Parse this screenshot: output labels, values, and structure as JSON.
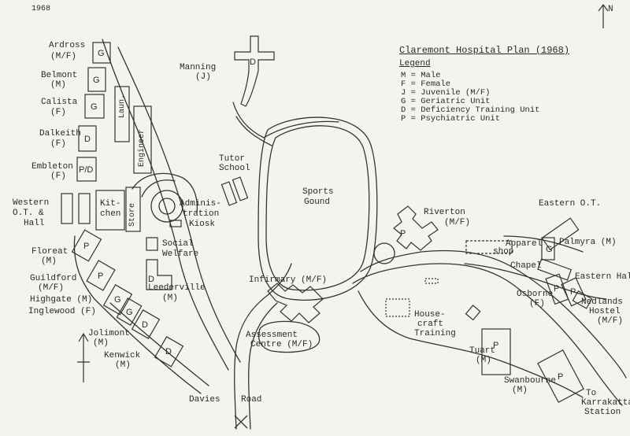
{
  "corner_note": "1968",
  "north_arrow_label": "N",
  "title": "Claremont Hospital Plan (1968)",
  "legend": {
    "heading": "Legend",
    "items": [
      {
        "code": "M",
        "meaning": "Male"
      },
      {
        "code": "F",
        "meaning": "Female"
      },
      {
        "code": "J",
        "meaning": "Juvenile (M/F)"
      },
      {
        "code": "G",
        "meaning": "Geriatric Unit"
      },
      {
        "code": "D",
        "meaning": "Deficiency Training Unit"
      },
      {
        "code": "P",
        "meaning": "Psychiatric Unit"
      }
    ]
  },
  "labels": {
    "ardross": "Ardross",
    "ardross_type": "(M/F)",
    "belmont": "Belmont",
    "belmont_type": "(M)",
    "calista": "Calista",
    "calista_type": "(F)",
    "dalkeith": "Dalkeith",
    "dalkeith_type": "(F)",
    "embleton": "Embleton",
    "embleton_type": "(F)",
    "western_ot_1": "Western",
    "western_ot_2": "O.T. &",
    "western_ot_3": "Hall",
    "floreat": "Floreat",
    "floreat_type": "(M)",
    "guildford": "Guildford",
    "guildford_type": "(M/F)",
    "highgate": "Highgate (M)",
    "inglewood": "Inglewood (F)",
    "jolimont": "Jolimont",
    "jolimont_type": "(M)",
    "kenwick": "Kenwick",
    "kenwick_type": "(M)",
    "laundry": "Laun.",
    "engineer": "Engineer",
    "kitchen_1": "Kit-",
    "kitchen_2": "chen",
    "store": "Store",
    "administration_1": "Adminis-",
    "administration_2": "tration",
    "kiosk": "Kiosk",
    "social_welfare_1": "Social",
    "social_welfare_2": "Welfare",
    "leederville": "Leederville",
    "leederville_type": "(M)",
    "manning": "Manning",
    "manning_type": "(J)",
    "tutor_school_1": "Tutor",
    "tutor_school_2": "School",
    "sports_ground_1": "Sports",
    "sports_ground_2": "Gound",
    "infirmary": "Infirmary (M/F)",
    "assessment_1": "Assessment",
    "assessment_2": "Centre (M/F)",
    "davies_road_1": "Davies",
    "davies_road_2": "Road",
    "riverton": "Riverton",
    "riverton_type": "(M/F)",
    "apparel_shop_1": "Apparel",
    "apparel_shop_2": "shop",
    "housecraft_1": "House-",
    "housecraft_2": "craft",
    "housecraft_3": "Training",
    "eastern_ot": "Eastern O.T.",
    "palmyra": "Palmyra (M)",
    "chapel": "Chapel",
    "eastern_hall": "Eastern Hal",
    "osborne": "Osborne",
    "osborne_type": "(F)",
    "nedlands_1": "Nedlands",
    "nedlands_2": "Hostel",
    "nedlands_3": "(M/F)",
    "tuart": "Tuart",
    "tuart_type": "(M)",
    "swanbourne": "Swanbourne",
    "swanbourne_type": "(M)",
    "to_karrakatta_1": "To",
    "to_karrakatta_2": "Karrakatta",
    "to_karrakatta_3": "Station"
  },
  "building_codes": {
    "ardross": "G",
    "belmont": "G",
    "calista": "G",
    "dalkeith": "D",
    "embleton": "P/D",
    "floreat": "P",
    "guildford": "P",
    "highgate": "G",
    "inglewood": "G",
    "jolimont": "D",
    "kenwick": "D",
    "manning": "D",
    "leederville": "D",
    "riverton": "P",
    "palmyra": "G",
    "osborne_1": "P",
    "osborne_2": "P",
    "tuart": "P",
    "swanbourne": "P"
  }
}
